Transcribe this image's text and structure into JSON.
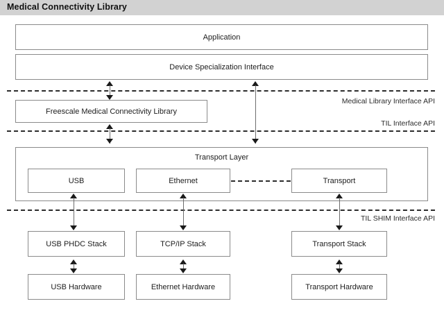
{
  "header": {
    "title": "Medical Connectivity Library",
    "background_color": "#d2d2d2"
  },
  "diagram": {
    "type": "layered-architecture-block-diagram",
    "boxes": {
      "application": "Application",
      "device_specialization_interface": "Device Specialization Interface",
      "freescale_library": "Freescale Medical Connectivity Library",
      "transport_layer": "Transport Layer",
      "usb": "USB",
      "ethernet": "Ethernet",
      "transport": "Transport",
      "usb_phdc_stack": "USB PHDC Stack",
      "tcpip_stack": "TCP/IP Stack",
      "transport_stack": "Transport Stack",
      "usb_hardware": "USB Hardware",
      "ethernet_hardware": "Ethernet Hardware",
      "transport_hardware": "Transport Hardware"
    },
    "api_boundaries": [
      {
        "label": "Medical Library Interface API"
      },
      {
        "label": "TIL Interface API"
      },
      {
        "label": "TIL SHIM Interface API"
      }
    ],
    "colors": {
      "box_border": "#8a8a8a",
      "box_fill": "#ffffff",
      "dashed_line": "#2b2b2b",
      "connector": "#6b6b6b",
      "text": "#1c1c1c"
    }
  }
}
